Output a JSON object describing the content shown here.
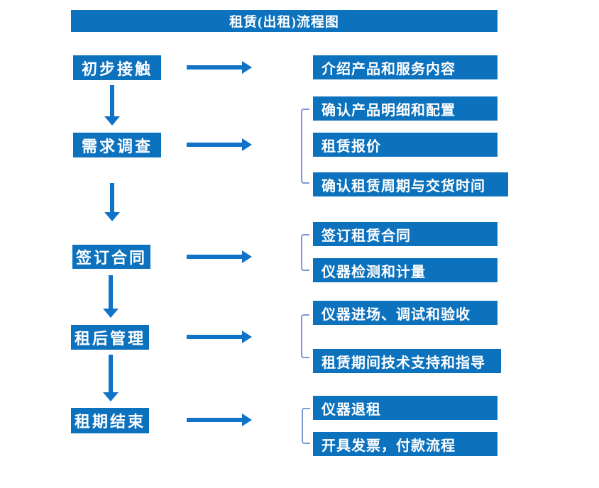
{
  "title": "租赁(出租)流程图",
  "colors": {
    "box_blue": "#0d72be",
    "arrow_blue": "#1173c8",
    "bracket_blue": "#7c9ad0",
    "text_white": "#ffffff",
    "background": "#ffffff"
  },
  "stages": [
    {
      "label": "初步接触",
      "details": [
        "介绍产品和服务内容"
      ]
    },
    {
      "label": "需求调查",
      "details": [
        "确认产品明细和配置",
        "租赁报价",
        "确认租赁周期与交货时间"
      ]
    },
    {
      "label": "签订合同",
      "details": [
        "签订租赁合同",
        "仪器检测和计量"
      ]
    },
    {
      "label": "租后管理",
      "details": [
        "仪器进场、调试和验收",
        "租赁期间技术支持和指导"
      ]
    },
    {
      "label": "租期结束",
      "details": [
        "仪器退租",
        "开具发票，付款流程"
      ]
    }
  ]
}
